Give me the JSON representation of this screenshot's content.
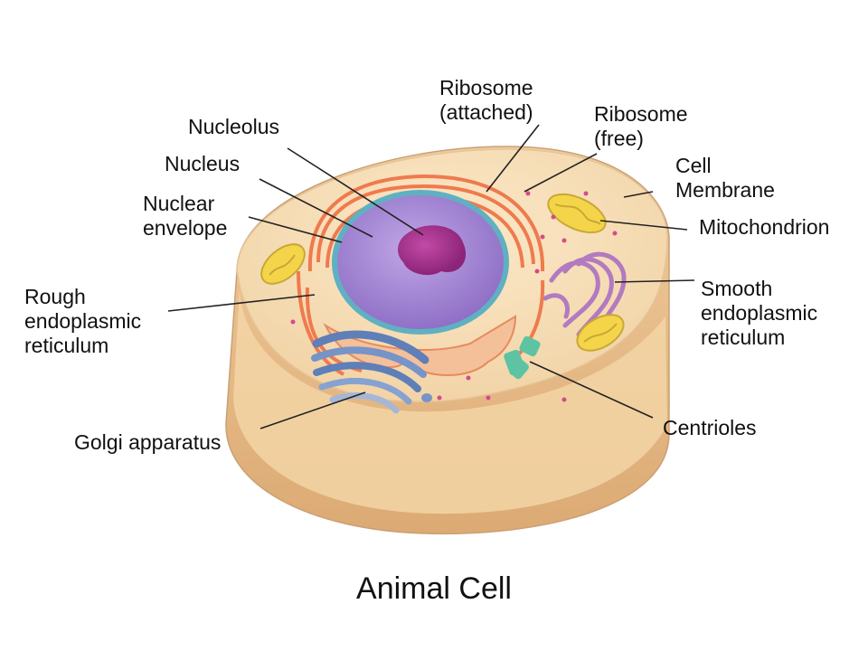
{
  "caption": "Animal Cell",
  "labels": {
    "ribosome_attached": [
      "Ribosome",
      "(attached)"
    ],
    "ribosome_free": [
      "Ribosome",
      "(free)"
    ],
    "nucleolus": [
      "Nucleolus"
    ],
    "nucleus": [
      "Nucleus"
    ],
    "nuclear_envelope": [
      "Nuclear",
      "envelope"
    ],
    "cell_membrane": [
      "Cell",
      "Membrane"
    ],
    "mitochondrion": [
      "Mitochondrion"
    ],
    "rough_er": [
      "Rough",
      "endoplasmic",
      "reticulum"
    ],
    "smooth_er": [
      "Smooth",
      "endoplasmic",
      "reticulum"
    ],
    "golgi": [
      "Golgi apparatus"
    ],
    "centrioles": [
      "Centrioles"
    ]
  },
  "colors": {
    "cytoplasm": "#f5dcb4",
    "cell_wall_side": "#e9bf8e",
    "nucleus": "#a98ad6",
    "nucleolus": "#a2338e",
    "rough_er": "#ef7a4e",
    "golgi": "#6b88bd",
    "smooth_er": "#b27ac0",
    "mitochondrion": "#f4d54a",
    "centriole": "#5ec3a3"
  }
}
